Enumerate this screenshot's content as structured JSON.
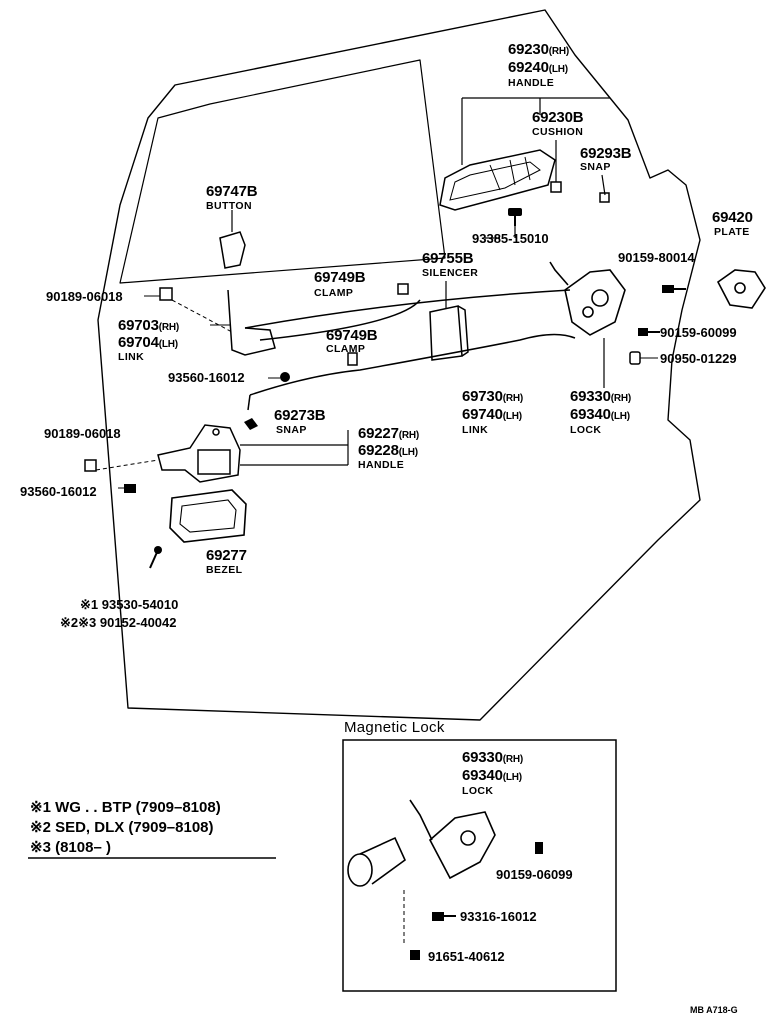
{
  "labels": {
    "handle_outer_rh": "69230",
    "handle_outer_rh_side": "(RH)",
    "handle_outer_lh": "69240",
    "handle_outer_lh_side": "(LH)",
    "handle_outer_name": "HANDLE",
    "cushion_pn": "69230B",
    "cushion_name": "CUSHION",
    "snap1_pn": "69293B",
    "snap1_name": "SNAP",
    "button_pn": "69747B",
    "button_name": "BUTTON",
    "plate_pn": "69420",
    "plate_name": "PLATE",
    "bolt_93385": "93385-15010",
    "bolt_90159_80014": "90159-80014",
    "silencer_pn": "69755B",
    "silencer_name": "SILENCER",
    "clamp1_pn": "69749B",
    "clamp1_name": "CLAMP",
    "clip_90189_a": "90189-06018",
    "link_rh": "69703",
    "link_rh_side": "(RH)",
    "link_lh": "69704",
    "link_lh_side": "(LH)",
    "link_name": "LINK",
    "clamp2_pn": "69749B",
    "clamp2_name": "CLAMP",
    "bolt_90159_60099": "90159-60099",
    "bolt_90950": "90950-01229",
    "screw_93560_a": "93560-16012",
    "link2_rh": "69730",
    "link2_rh_side": "(RH)",
    "link2_lh": "69740",
    "link2_lh_side": "(LH)",
    "link2_name": "LINK",
    "lock_rh": "69330",
    "lock_rh_side": "(RH)",
    "lock_lh": "69340",
    "lock_lh_side": "(LH)",
    "lock_name": "LOCK",
    "snap2_pn": "69273B",
    "snap2_name": "SNAP",
    "clip_90189_b": "90189-06018",
    "inner_handle_rh": "69227",
    "inner_handle_rh_side": "(RH)",
    "inner_handle_lh": "69228",
    "inner_handle_lh_side": "(LH)",
    "inner_handle_name": "HANDLE",
    "screw_93560_b": "93560-16012",
    "bezel_pn": "69277",
    "bezel_name": "BEZEL",
    "note1": "※1  93530-54010",
    "note23": "※2※3  90152-40042"
  },
  "magnetic_lock": {
    "title": "Magnetic Lock",
    "lock_rh": "69330",
    "lock_rh_side": "(RH)",
    "lock_lh": "69340",
    "lock_lh_side": "(LH)",
    "lock_name": "LOCK",
    "bolt_90159_06099": "90159-06099",
    "bolt_93316": "93316-16012",
    "bolt_91651": "91651-40612"
  },
  "legend": {
    "row1": "※1 WG . . BTP (7909–8108)",
    "row2": "※2 SED, DLX  (7909–8108)",
    "row3": "※3 (8108–          )"
  },
  "footer": "MB  A718-G"
}
